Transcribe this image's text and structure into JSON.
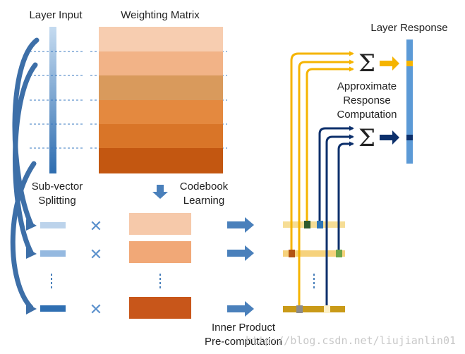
{
  "labels": {
    "layer_input": "Layer Input",
    "weighting_matrix": "Weighting Matrix",
    "layer_response": "Layer Response",
    "subvector_line1": "Sub-vector",
    "subvector_line2": "Splitting",
    "codebook_line1": "Codebook",
    "codebook_line2": "Learning",
    "approx_line1": "Approximate",
    "approx_line2": "Response",
    "approx_line3": "Computation",
    "inner_line1": "Inner Product",
    "inner_line2": "Pre-computation",
    "sum_symbol": "Σ",
    "times_symbol": "✕"
  },
  "watermark": "http://blog.csdn.net/liujianlin01",
  "colors": {
    "input_blue_light": "#bcd3eb",
    "input_blue_dark": "#2f6fb2",
    "arrow_blue": "#4a80bb",
    "cross_blue": "#5a90cc",
    "matrix_bands": [
      "#f7cdb0",
      "#f2b387",
      "#d99a5c",
      "#e4893f",
      "#d97528",
      "#c35711"
    ],
    "codebook": [
      "#f6c9aa",
      "#f1a877",
      "#c8561a"
    ],
    "table_row1": "#f6dd95",
    "table_row2": "#f6d27c",
    "table_row3": "#c99a18",
    "gold": "#f5b400",
    "navy": "#0c2f6b",
    "response_bar": "#5c9ad6",
    "response_gold_cell": "#f5b400",
    "response_navy_cell": "#0c2f6b",
    "cell_dark_green": "#2d5b2e",
    "cell_blue": "#2e75b6",
    "cell_brown": "#b35314",
    "cell_green": "#6ea548",
    "cell_gray": "#8c8c8c",
    "cell_cream": "#fcf0c8"
  },
  "icons": [
    "curved-arrow-icon",
    "right-arrow-icon",
    "multiply-icon",
    "down-arrow-icon",
    "sum-icon"
  ]
}
